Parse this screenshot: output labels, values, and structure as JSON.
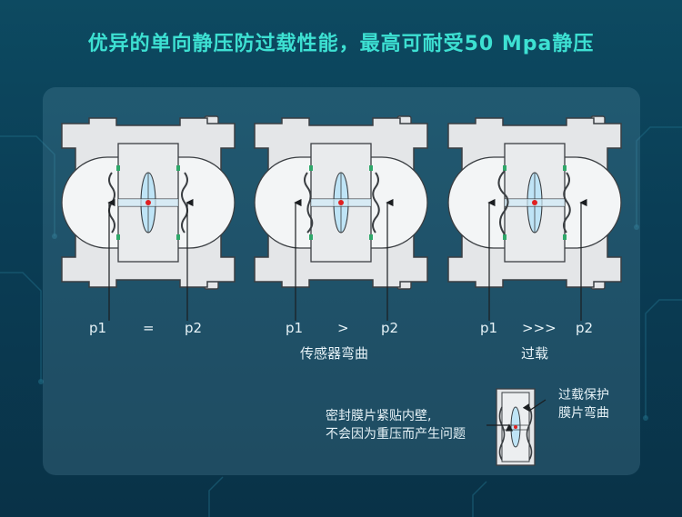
{
  "title": "优异的单向静压防过载性能，最高可耐受50 Mpa静压",
  "diagrams": [
    {
      "p1": "p1",
      "op": "=",
      "p2": "p2",
      "caption": ""
    },
    {
      "p1": "p1",
      "op": ">",
      "p2": "p2",
      "caption": "传感器弯曲"
    },
    {
      "p1": "p1",
      "op": ">>>",
      "p2": "p2",
      "caption": "过载"
    }
  ],
  "legend": {
    "left_line1": "密封膜片紧贴内壁,",
    "left_line2": "不会因为重压而产生问题",
    "right_line1": "过载保护",
    "right_line2": "膜片弯曲"
  },
  "colors": {
    "title": "#3de0d2",
    "body_fill": "#e4e6e8",
    "outline": "#3a3e42",
    "seal": "#2fa86a",
    "center_dot": "#e02020",
    "diaphragm": "#bfe4f6"
  }
}
